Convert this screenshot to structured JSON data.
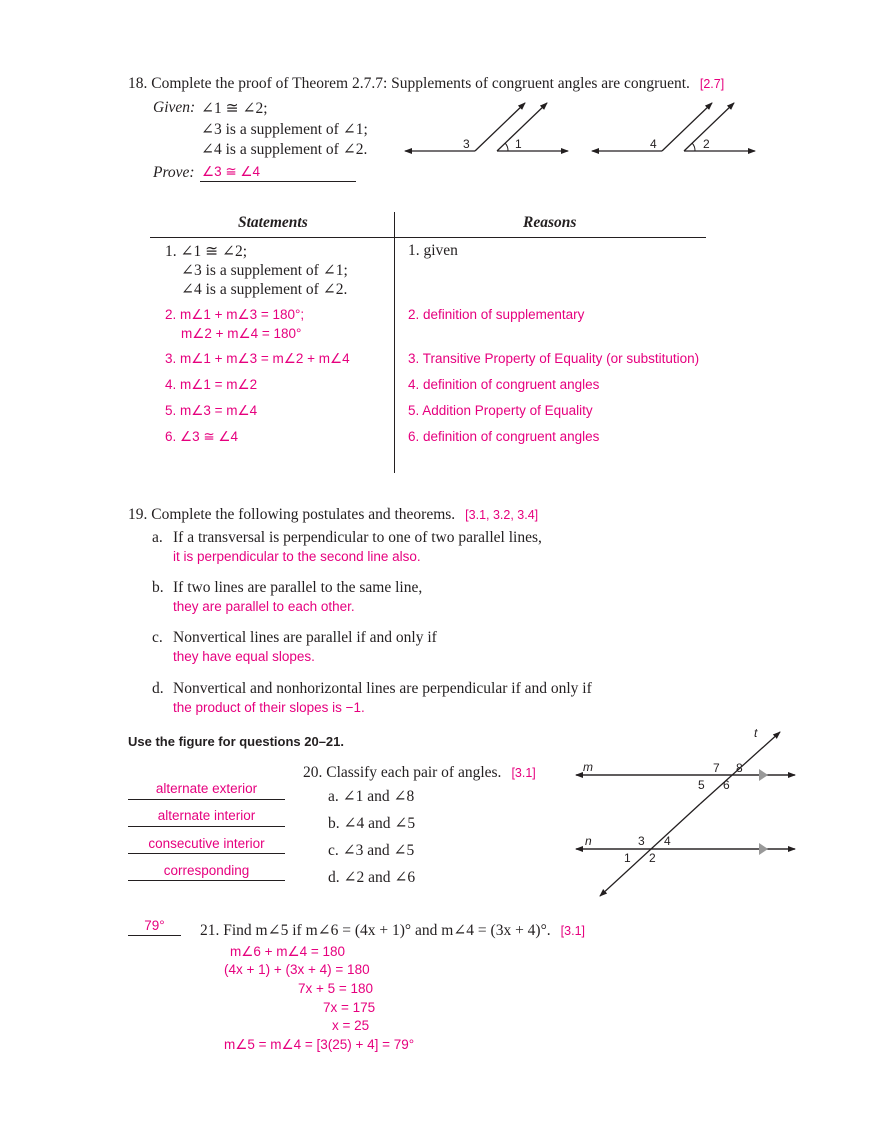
{
  "q18": {
    "prompt": "18. Complete the proof of Theorem 2.7.7: Supplements of congruent angles are congruent.",
    "ref": "[2.7]",
    "given_label": "Given:",
    "given": [
      "∠1 ≅ ∠2;",
      "∠3 is a supplement of ∠1;",
      "∠4 is a supplement of ∠2."
    ],
    "prove_label": "Prove:",
    "prove_answer": "∠3 ≅ ∠4",
    "figure_labels": [
      "3",
      "1",
      "4",
      "2"
    ],
    "table": {
      "headers": [
        "Statements",
        "Reasons"
      ],
      "row1_statement": [
        "1. ∠1 ≅ ∠2;",
        "∠3 is a supplement of ∠1;",
        "∠4 is a supplement of ∠2."
      ],
      "row1_reason": "1. given",
      "row2_statement": [
        "2. m∠1 + m∠3 = 180°;",
        "m∠2 + m∠4 = 180°"
      ],
      "answers": [
        {
          "statement": "3. m∠1 + m∠3 = m∠2 + m∠4",
          "reason": "3. Transitive Property of Equality (or substitution)"
        },
        {
          "statement": "4. m∠1 = m∠2",
          "reason": "4. definition of congruent angles"
        },
        {
          "statement": "5. m∠3 = m∠4",
          "reason": "5. Addition Property of Equality"
        },
        {
          "statement": "6. ∠3 ≅ ∠4",
          "reason": "6. definition of congruent angles"
        }
      ],
      "row2_reason": "2. definition of supplementary"
    }
  },
  "q19": {
    "prompt": "19. Complete the following postulates and theorems.",
    "ref": "[3.1, 3.2, 3.4]",
    "items": [
      {
        "letter": "a.",
        "text": "If a transversal is perpendicular to one of two parallel lines,",
        "answer": "it is perpendicular to the second line also."
      },
      {
        "letter": "b.",
        "text": "If two lines are parallel to the same line,",
        "answer": "they are parallel to each other."
      },
      {
        "letter": "c.",
        "text": "Nonvertical lines are parallel if and only if",
        "answer": "they have equal slopes."
      },
      {
        "letter": "d.",
        "text": "Nonvertical and nonhorizontal lines are perpendicular if and only if",
        "answer": "the product of their slopes is −1."
      }
    ]
  },
  "figure_note": "Use the figure for questions 20–21.",
  "figure2_labels": {
    "t": "t",
    "m": "m",
    "n": "n",
    "angles": [
      "1",
      "2",
      "3",
      "4",
      "5",
      "6",
      "7",
      "8"
    ]
  },
  "q20": {
    "prompt": "20. Classify each pair of angles.",
    "ref": "[3.1]",
    "items": [
      {
        "text": "a. ∠1 and ∠8",
        "answer": "alternate exterior"
      },
      {
        "text": "b. ∠4 and ∠5",
        "answer": "alternate interior"
      },
      {
        "text": "c. ∠3 and ∠5",
        "answer": "consecutive interior"
      },
      {
        "text": "d. ∠2 and ∠6",
        "answer": "corresponding"
      }
    ]
  },
  "q21": {
    "answer": "79°",
    "prompt": "21. Find m∠5 if m∠6 = (4x + 1)° and m∠4 = (3x + 4)°.",
    "ref": "[3.1]",
    "work": [
      "m∠6 + m∠4 = 180",
      "(4x + 1) + (3x + 4) = 180",
      "7x + 5 = 180",
      "7x = 175",
      "x = 25",
      "m∠5 = m∠4 = [3(25) + 4] = 79°"
    ]
  },
  "colors": {
    "answer": "#e6007e",
    "text": "#231f20",
    "parallel_marker": "#999999"
  }
}
